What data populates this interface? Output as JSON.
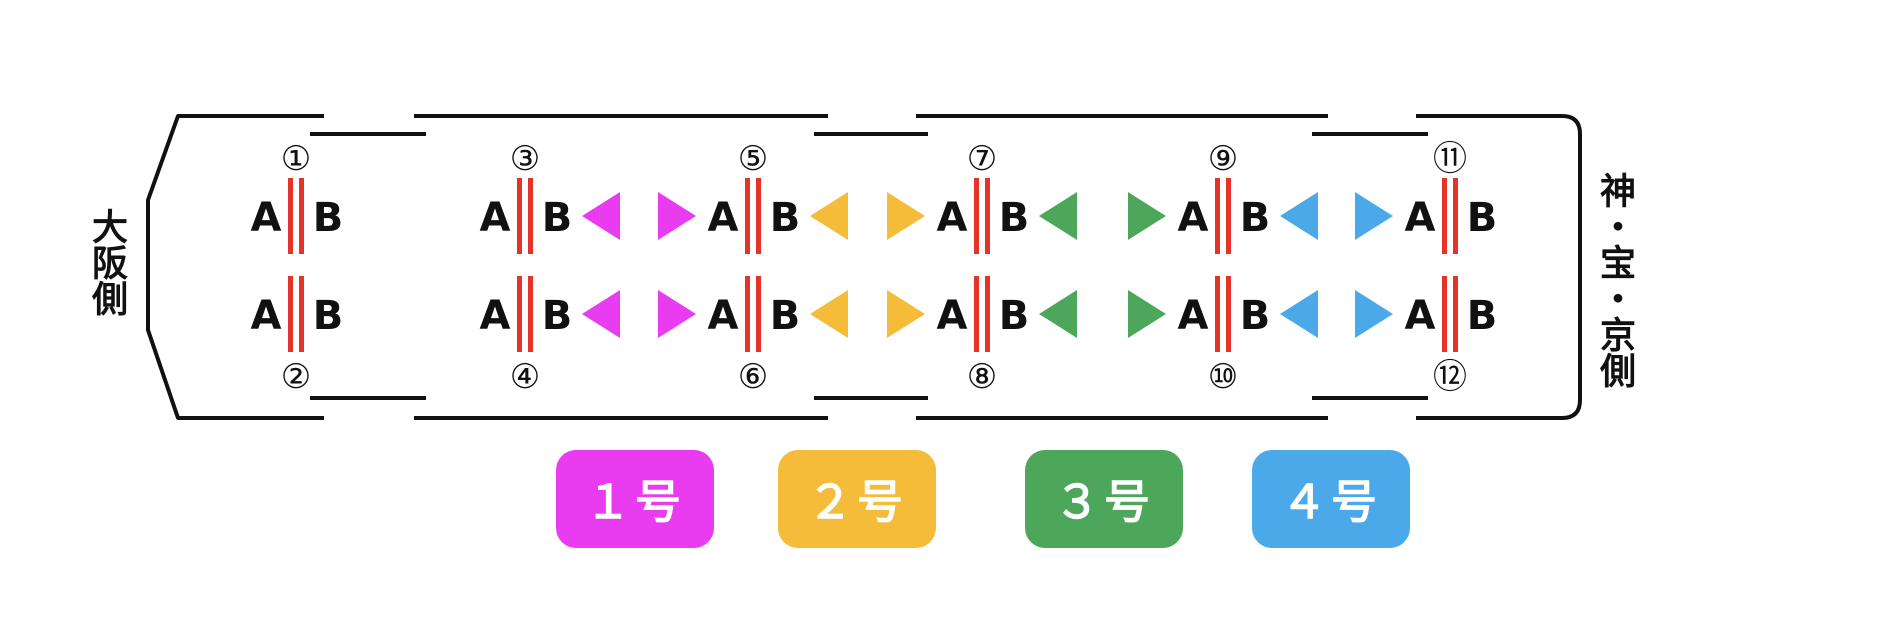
{
  "side_left": "大阪側",
  "side_right": "神・宝・京側",
  "colors": {
    "line1": "#E93BEF",
    "line2": "#F5BC3A",
    "line3": "#4DA75A",
    "line4": "#4BA9E9",
    "door": "#E5332A",
    "outline": "#111111"
  },
  "legend": [
    {
      "label": "１号",
      "color": "#E93BEF"
    },
    {
      "label": "２号",
      "color": "#F5BC3A"
    },
    {
      "label": "３号",
      "color": "#4DA75A"
    },
    {
      "label": "４号",
      "color": "#4BA9E9"
    }
  ],
  "doors": [
    {
      "top": "①",
      "bottom": "②"
    },
    {
      "top": "③",
      "bottom": "④"
    },
    {
      "top": "⑤",
      "bottom": "⑥"
    },
    {
      "top": "⑦",
      "bottom": "⑧"
    },
    {
      "top": "⑨",
      "bottom": "⑩"
    },
    {
      "top": "⑪",
      "bottom": "⑫"
    }
  ],
  "side_a": "A",
  "side_b": "B"
}
